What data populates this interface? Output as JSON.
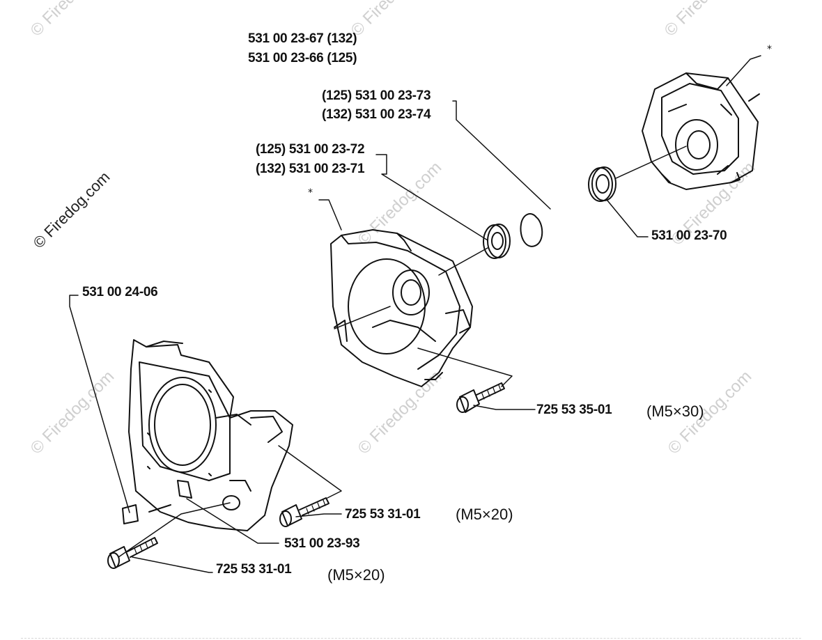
{
  "watermark": {
    "text": "© Firedog.com"
  },
  "assembly_labels": {
    "title_line1": "531 00 23-67 (132)",
    "title_line2": "531 00 23-66 (125)"
  },
  "part_labels": {
    "ring_line1": "(125) 531 00 23-73",
    "ring_line2": "(132) 531 00 23-74",
    "bearing_line1": "(125) 531 00 23-72",
    "bearing_line2": "(132) 531 00 23-71",
    "right_bearing": "531 00 23-70",
    "left_clip": "531 00 24-06",
    "center_screw": "725 53 35-01",
    "left_screw_upper": "725 53 31-01",
    "left_cover": "531 00 23-93",
    "left_screw_lower": "725 53 31-01"
  },
  "sizes": {
    "m5x30": "(M5×30)",
    "m5x20_upper": "(M5×20)",
    "m5x20_lower": "(M5×20)"
  },
  "markers": {
    "asterisk": "*"
  }
}
